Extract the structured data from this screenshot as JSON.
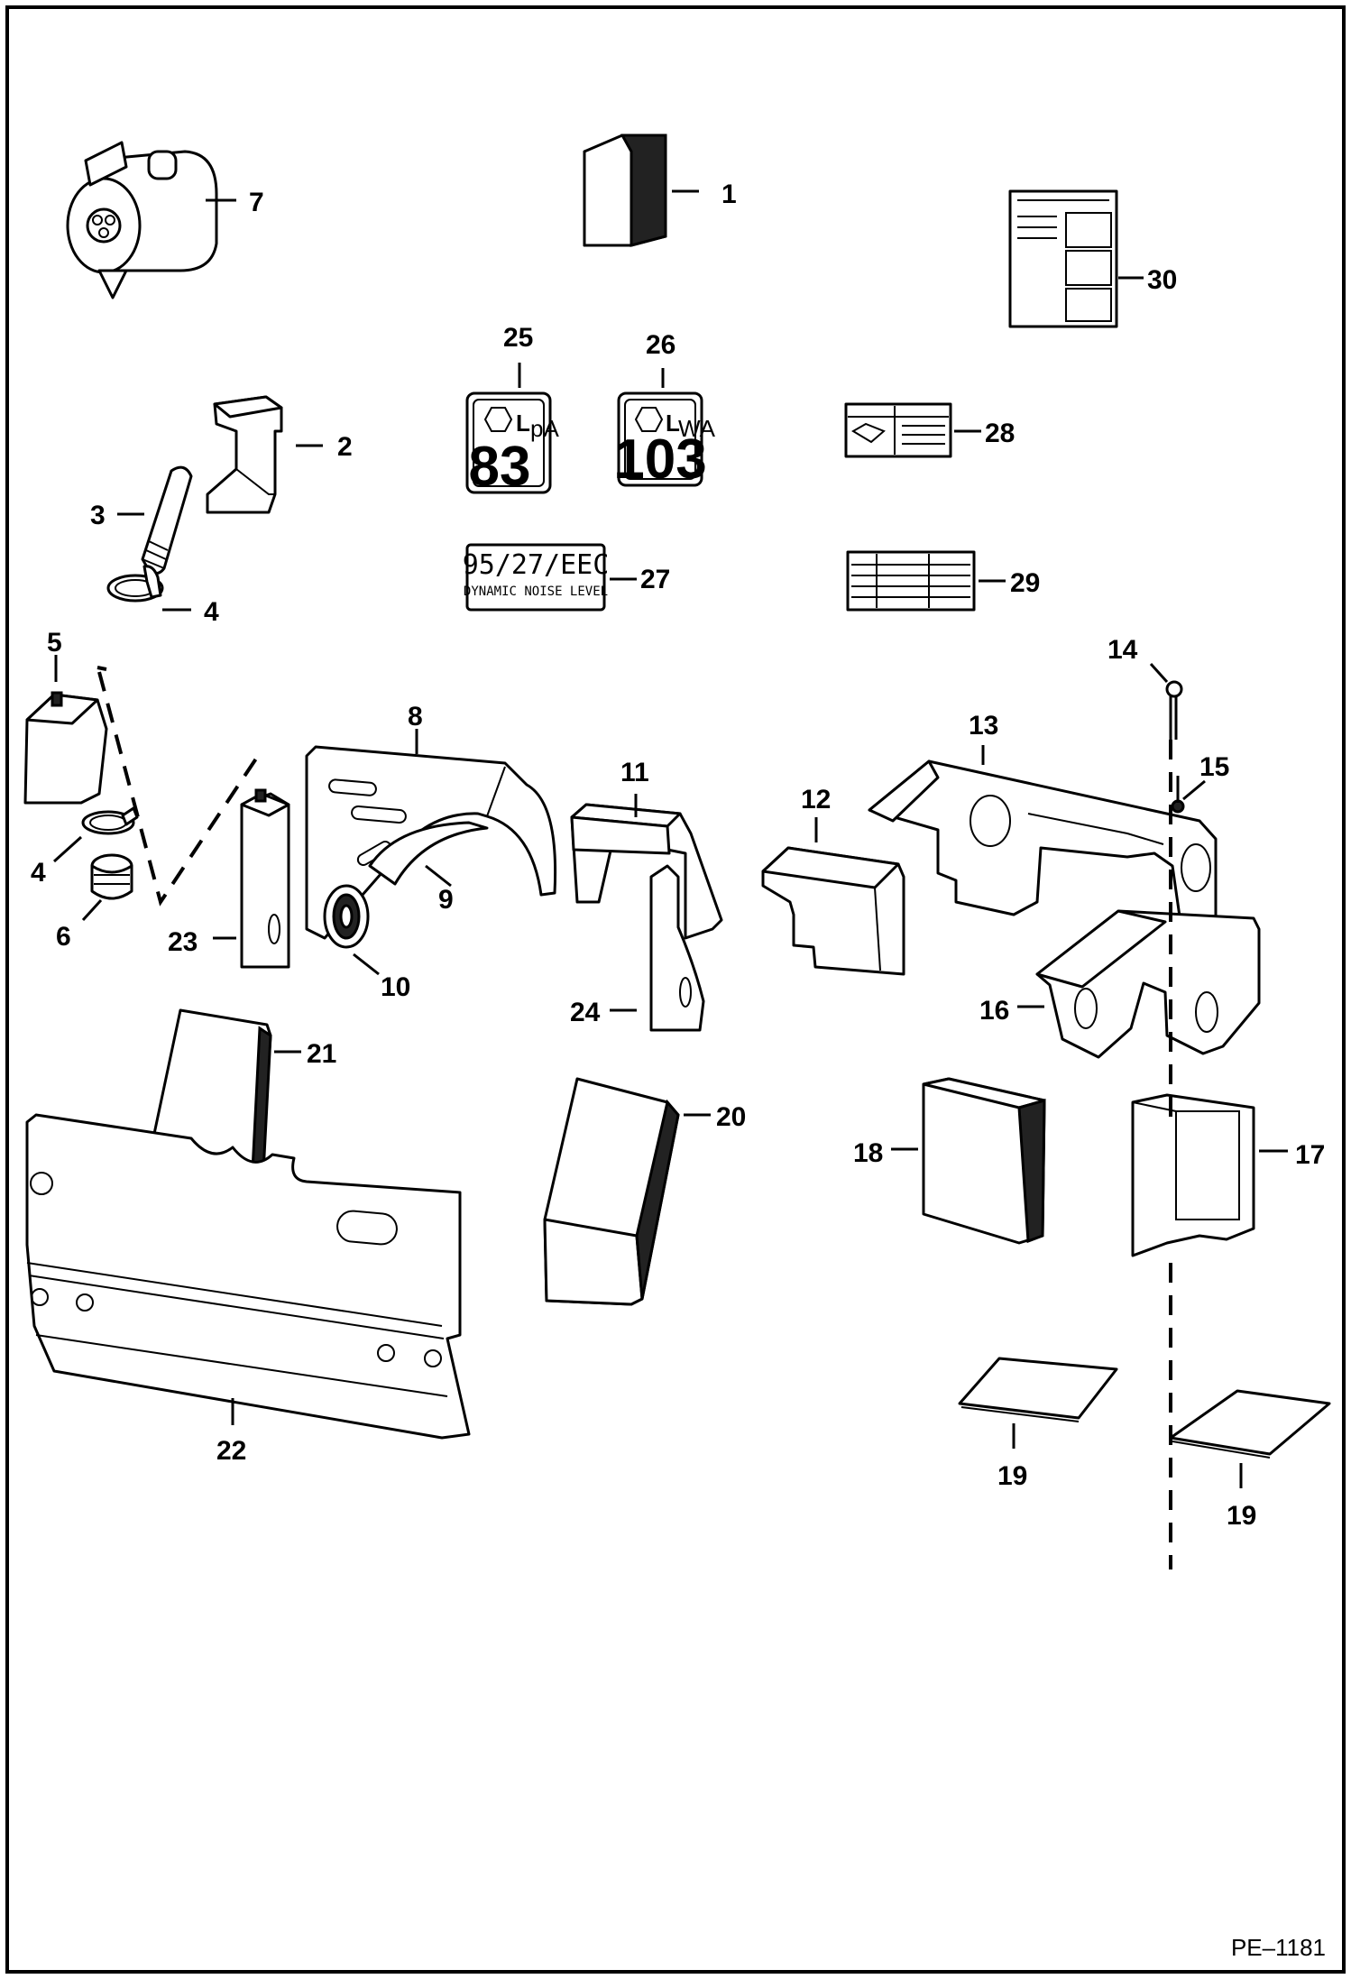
{
  "diagram": {
    "drawing_ref": "PE–1181",
    "callouts": [
      "1",
      "2",
      "3",
      "4",
      "4",
      "5",
      "6",
      "7",
      "8",
      "9",
      "10",
      "11",
      "12",
      "13",
      "14",
      "15",
      "16",
      "17",
      "18",
      "19",
      "19",
      "20",
      "21",
      "22",
      "23",
      "24",
      "25",
      "26",
      "27",
      "28",
      "29",
      "30"
    ],
    "decals": {
      "lpa_label": "L",
      "lpa_sub": "pA",
      "lpa_value": "83",
      "lwa_label": "L",
      "lwa_sub": "WA",
      "lwa_value": "103",
      "eec_line1": "95/27/EEC",
      "eec_line2": "DYNAMIC NOISE LEVEL"
    }
  }
}
